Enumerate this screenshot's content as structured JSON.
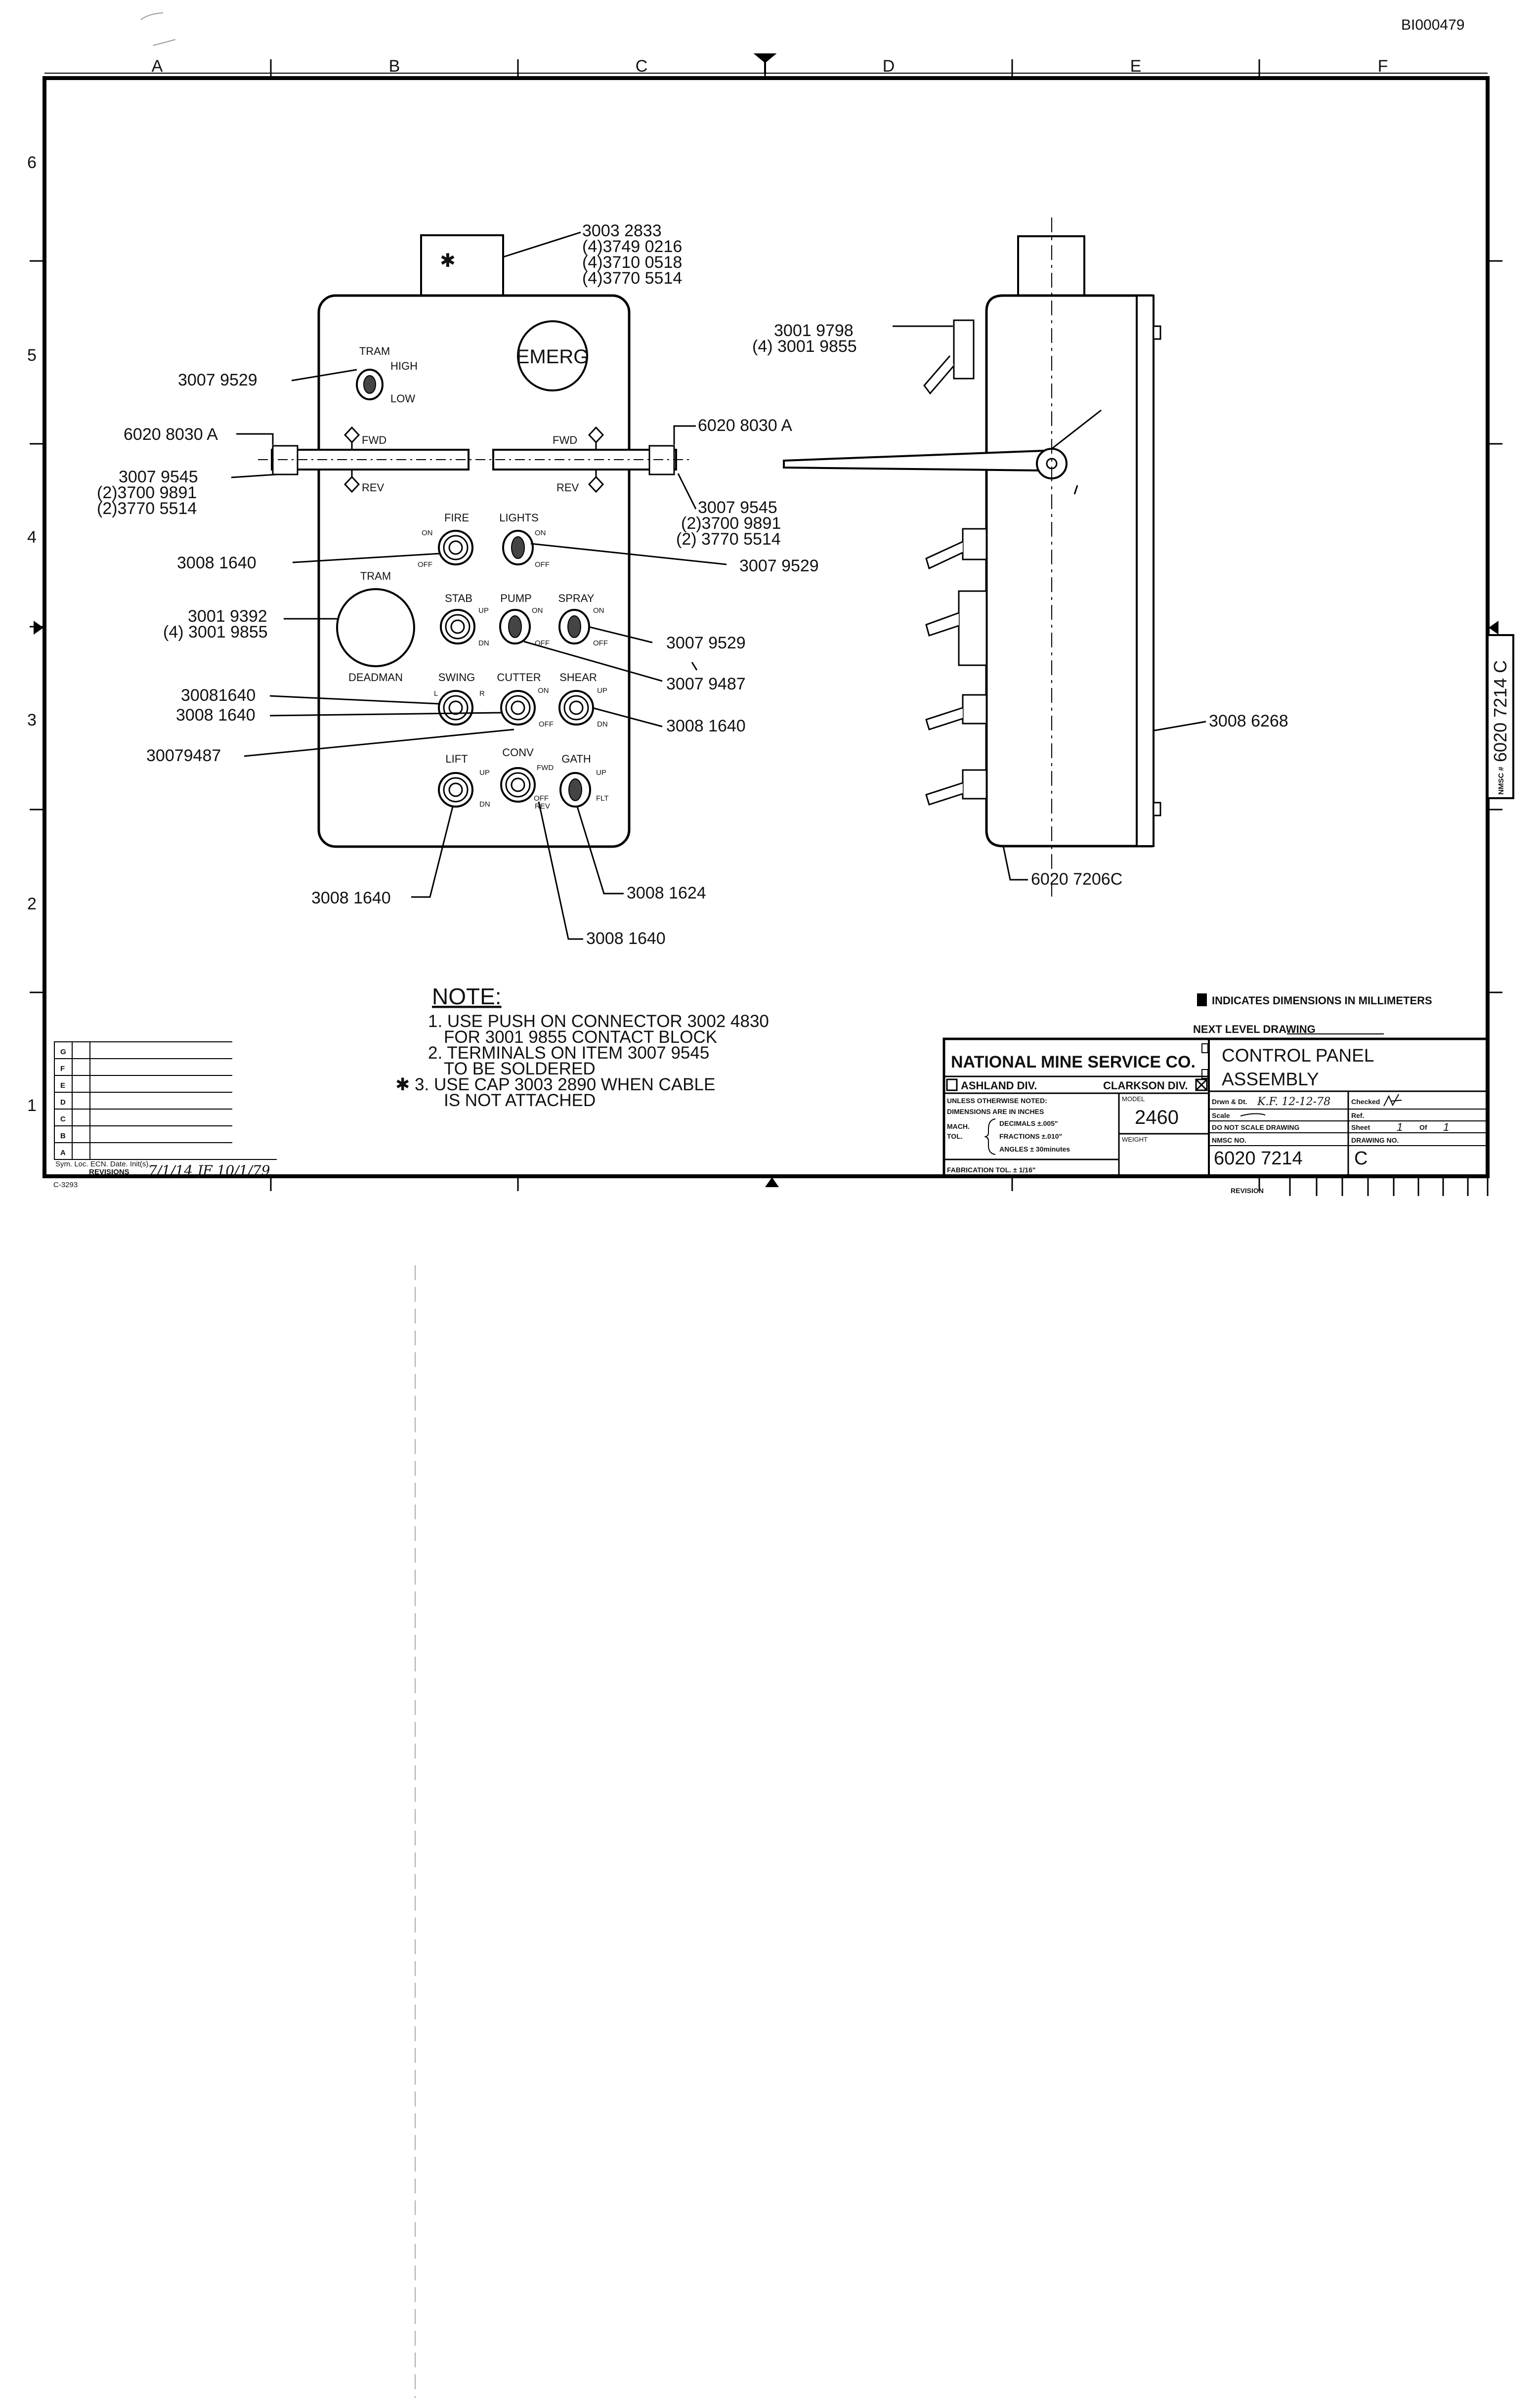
{
  "doc_id": "BI000479",
  "border": {
    "cols": [
      "A",
      "B",
      "C",
      "D",
      "E",
      "F"
    ],
    "rows": [
      "6",
      "5",
      "4",
      "3",
      "2",
      "1"
    ]
  },
  "connector": {
    "star": "✱",
    "parts": [
      "3003 2833",
      "(4)3749 0216",
      "(4)3710 0518",
      "(4)3770 5514"
    ]
  },
  "panel": {
    "emerg": "EMERG",
    "tram_switch": {
      "title": "TRAM",
      "high": "HIGH",
      "low": "LOW"
    },
    "fwd": "FWD",
    "rev": "REV",
    "fire": {
      "title": "FIRE",
      "on": "ON",
      "off": "OFF"
    },
    "lights": {
      "title": "LIGHTS",
      "on": "ON",
      "off": "OFF"
    },
    "tram_deadman": {
      "top": "TRAM",
      "bottom": "DEADMAN"
    },
    "stab": {
      "title": "STAB",
      "up": "UP",
      "dn": "DN"
    },
    "pump": {
      "title": "PUMP",
      "on": "ON",
      "off": "OFF"
    },
    "spray": {
      "title": "SPRAY",
      "on": "ON",
      "off": "OFF"
    },
    "swing": {
      "title": "SWING",
      "l": "L",
      "r": "R"
    },
    "cutter": {
      "title": "CUTTER",
      "on": "ON",
      "off": "OFF"
    },
    "shear": {
      "title": "SHEAR",
      "up": "UP",
      "dn": "DN"
    },
    "lift": {
      "title": "LIFT",
      "up": "UP",
      "dn": "DN"
    },
    "conv": {
      "title": "CONV",
      "fwd": "FWD",
      "off": "OFF",
      "rev": "REV"
    },
    "gath": {
      "title": "GATH",
      "up": "UP",
      "flt": "FLT"
    }
  },
  "callouts": {
    "tram_switch": "3007 9529",
    "bracket_left": "6020 8030 A",
    "bracket_right": "6020 8030 A",
    "left_stack": [
      "3007 9545",
      "(2)3700 9891",
      "(2)3770 5514"
    ],
    "right_stack": [
      "3007 9545",
      "(2)3700 9891",
      "(2) 3770 5514"
    ],
    "fire": "3008 1640",
    "lights": "3007 9529",
    "deadman": [
      "3001 9392",
      "(4) 3001 9855"
    ],
    "spray": "3007 9529",
    "pump": "3007 9487",
    "swing": "30081640",
    "cutter": "3008 1640",
    "shear": "3008 1640",
    "cutter_long": "30079487",
    "lift": "3008 1640",
    "gath": "3008 1624",
    "conv": "3008 1640",
    "side_top": [
      "3001 9798",
      "(4) 3001 9855"
    ],
    "side_body": "3008 6268",
    "side_base": "6020 7206C"
  },
  "notes": {
    "heading": "NOTE:",
    "lines": [
      "1. USE PUSH ON CONNECTOR 3002 4830",
      "FOR 3001 9855 CONTACT BLOCK",
      "2. TERMINALS ON ITEM 3007 9545",
      "TO BE SOLDERED",
      "✱ 3. USE CAP 3003 2890 WHEN CABLE",
      "IS NOT ATTACHED"
    ]
  },
  "legend": {
    "mm": "INDICATES DIMENSIONS IN MILLIMETERS",
    "next_level": "NEXT LEVEL DRAWING"
  },
  "title_block": {
    "company": "NATIONAL MINE SERVICE CO.",
    "ashland": "ASHLAND DIV.",
    "clarkson": "CLARKSON DIV.",
    "tolerance_lines": [
      "UNLESS OTHERWISE NOTED:",
      "DIMENSIONS ARE IN INCHES",
      "MACH.",
      "TOL.",
      "DECIMALS ±.005\"",
      "FRACTIONS ±.010\"",
      "ANGLES ± 30minutes",
      "FABRICATION TOL. ± 1/16\""
    ],
    "model_label": "MODEL",
    "model": "2460",
    "weight_label": "WEIGHT",
    "title_line1": "CONTROL PANEL",
    "title_line2": "ASSEMBLY",
    "drawn_label": "Drwn & Dt.",
    "drawn_value": "K.F. 12-12-78",
    "checked_label": "Checked",
    "scale_label": "Scale",
    "ref_label": "Ref.",
    "do_not_scale": "DO NOT SCALE DRAWING",
    "sheet_label": "Sheet",
    "sheet_num": "1",
    "of_label": "Of",
    "sheet_total": "1",
    "nmsc_label": "NMSC NO.",
    "nmsc_no": "6020 7214",
    "drawing_no_label": "DRAWING NO.",
    "drawing_no": "C",
    "revision_label": "REVISION"
  },
  "side_tab": {
    "label": "NMSC #",
    "number": "6020 7214 C"
  },
  "revisions": {
    "letters": [
      "G",
      "F",
      "E",
      "D",
      "C",
      "B",
      "A"
    ],
    "footer_cols": "Sym. Loc. ECN. Date. Init(s).",
    "footer_label": "REVISIONS",
    "signature": "7/1/14  JF 10/1/79",
    "form_no": "C-3293"
  }
}
